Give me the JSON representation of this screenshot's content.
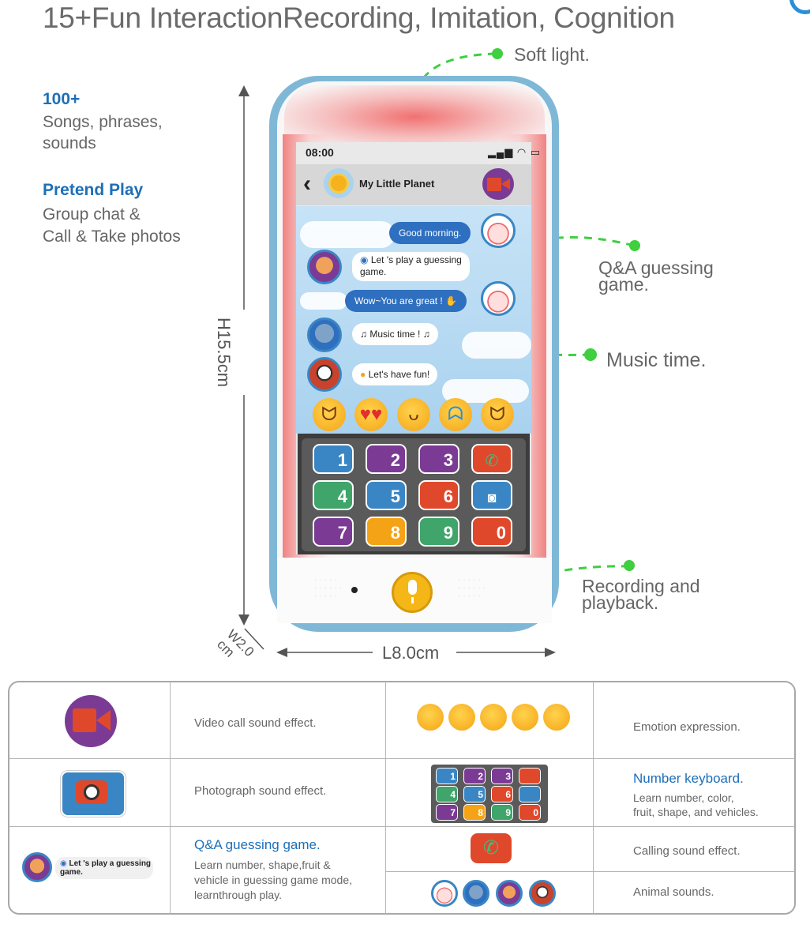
{
  "header": {
    "title": "15+Fun InteractionRecording, Imitation, Cognition"
  },
  "features": [
    {
      "heading": "100+",
      "lines": [
        "Songs, phrases,",
        "sounds"
      ]
    },
    {
      "heading": "Pretend Play",
      "lines": [
        "Group chat &",
        "Call & Take photos"
      ]
    }
  ],
  "callouts": {
    "soft_light": "Soft light.",
    "qa": [
      "Q&A guessing",
      "game."
    ],
    "music": "Music time.",
    "recording": [
      "Recording and",
      "playback."
    ]
  },
  "dimensions": {
    "height": "H15.5cm",
    "length": "L8.0cm",
    "width": "W2.0 cm"
  },
  "phone_screen": {
    "time": "08:00",
    "status_icons": "signal-wifi-battery-icons",
    "chat_title": "My Little Planet",
    "messages": [
      "Good morning.",
      "Let 's play a guessing",
      "game.",
      "Wow~You are great !",
      "Music time !",
      "Let's have fun!"
    ],
    "keys": [
      "1",
      "2",
      "3",
      "",
      "4",
      "5",
      "6",
      "",
      "7",
      "8",
      "9",
      "0"
    ]
  },
  "table": {
    "video_call": "Video call sound effect.",
    "photograph": "Photograph sound effect.",
    "qa_heading": "Q&A guessing game.",
    "qa_desc": [
      "Learn number, shape,fruit &",
      "vehicle in guessing game mode,",
      "learnthrough play."
    ],
    "qa_chip": [
      "Let 's play a guessing",
      "game."
    ],
    "emotion": "Emotion expression.",
    "number_heading": "Number keyboard.",
    "number_desc": [
      "Learn number, color,",
      "fruit, shape, and vehicles."
    ],
    "calling": "Calling sound effect.",
    "animal": "Animal sounds."
  },
  "colors": {
    "accent_blue": "#1d6fb8",
    "phone_frame": "#7fb8d6",
    "video_purple": "#7b3b94",
    "call_orange": "#e0482b",
    "dashed_green": "#3fcf3f"
  }
}
